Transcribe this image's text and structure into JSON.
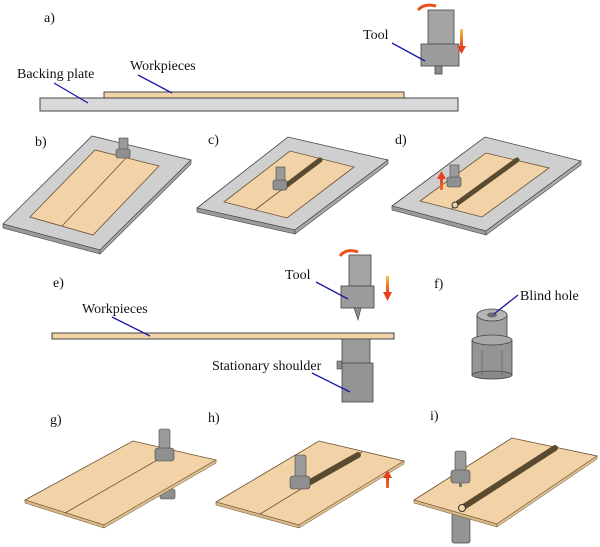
{
  "panels": {
    "a": {
      "label": "a)",
      "tool": "Tool",
      "workpieces": "Workpieces",
      "backing_plate": "Backing plate"
    },
    "b": {
      "label": "b)"
    },
    "c": {
      "label": "c)"
    },
    "d": {
      "label": "d)"
    },
    "e": {
      "label": "e)",
      "tool": "Tool",
      "workpieces": "Workpieces",
      "stationary_shoulder": "Stationary shoulder"
    },
    "f": {
      "label": "f)",
      "blind_hole": "Blind hole"
    },
    "g": {
      "label": "g)"
    },
    "h": {
      "label": "h)"
    },
    "i": {
      "label": "i)"
    }
  },
  "colors": {
    "workpiece": "#f2d3a8",
    "plate": "#d9d9d9",
    "tool": "#9a9a9a",
    "leader": "#1a1aa8",
    "arrow": "#e8501c"
  }
}
